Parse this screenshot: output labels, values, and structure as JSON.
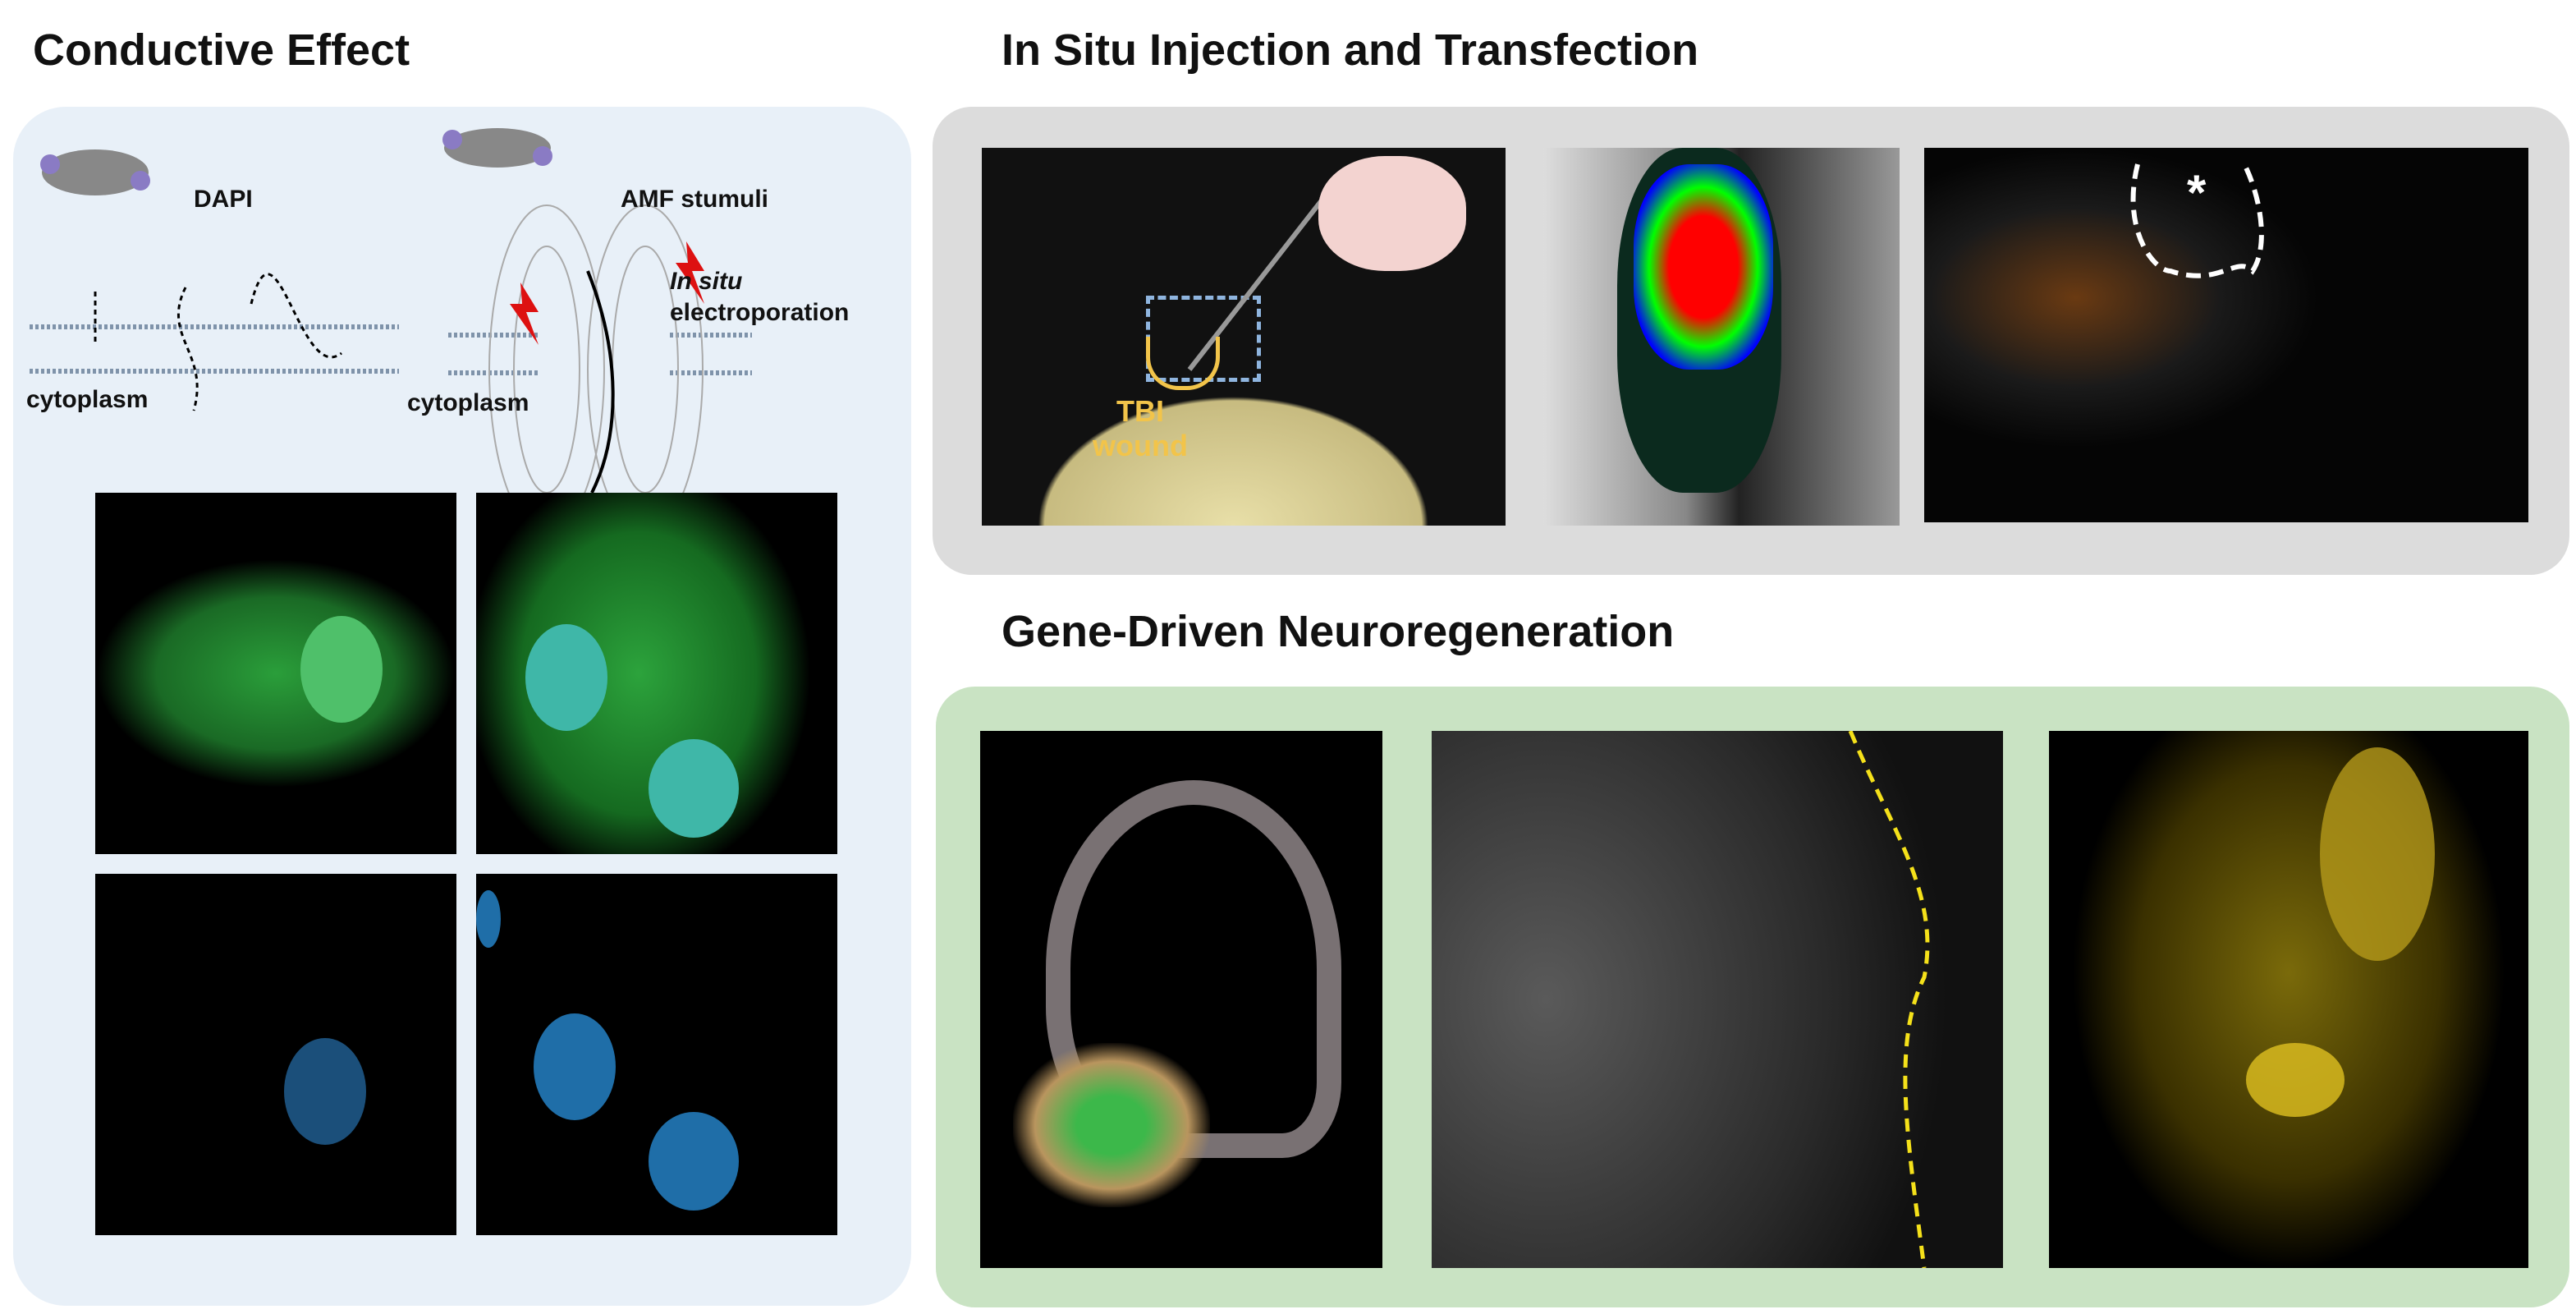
{
  "sections": {
    "conductive": {
      "title": "Conductive Effect",
      "dapi_label": "DAPI",
      "amf_label": "AMF stumuli",
      "in_situ_label": "In situ",
      "electroporation_label": "electroporation",
      "cytoplasm_left": "cytoplasm",
      "cytoplasm_right": "cytoplasm"
    },
    "injection": {
      "title": "In Situ Injection and Transfection",
      "wound_label_1": "TBI",
      "wound_label_2": "wound",
      "asterisk": "*"
    },
    "neuro": {
      "title": "Gene-Driven Neuroregeneration"
    }
  },
  "colors": {
    "conductive_panel": "#e8f0f8",
    "injection_panel": "#dcdcdc",
    "neuro_panel": "#c9e3c3",
    "wound_label": "#f2c44a"
  }
}
